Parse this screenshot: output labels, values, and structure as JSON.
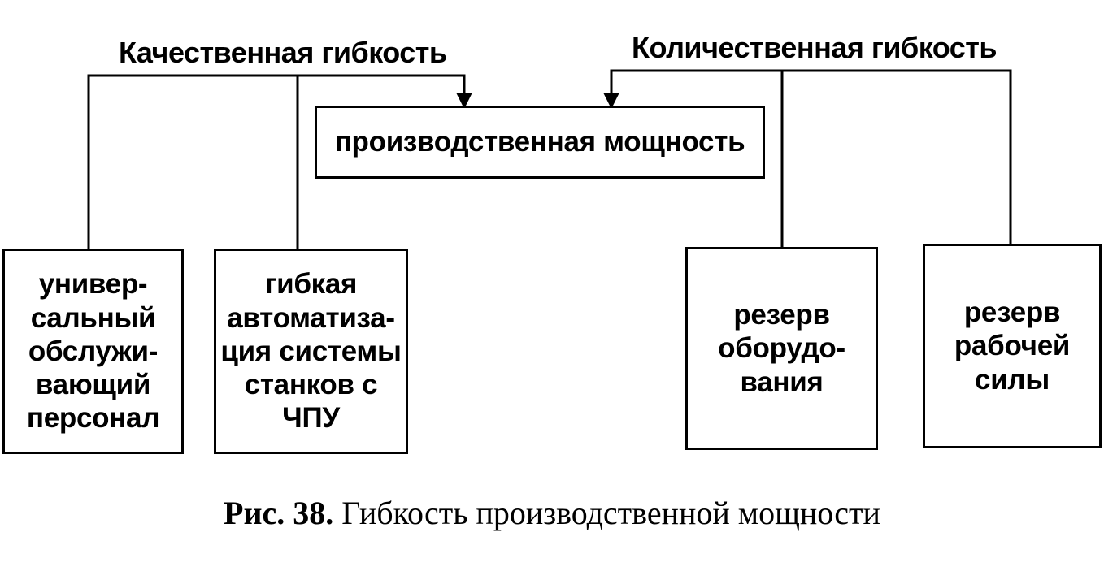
{
  "diagram": {
    "left_heading": "Качественная гибкость",
    "right_heading": "Количественная гибкость",
    "center_box": "производственная мощность",
    "boxes": [
      {
        "lines": [
          "универ-",
          "сальный",
          "обслужи-",
          "вающий",
          "персонал"
        ]
      },
      {
        "lines": [
          "гибкая",
          "автоматиза-",
          "ция системы",
          "станков с",
          "ЧПУ"
        ]
      },
      {
        "lines": [
          "резерв",
          "оборудо-",
          "вания"
        ]
      },
      {
        "lines": [
          "резерв",
          "рабочей",
          "силы"
        ]
      }
    ]
  },
  "caption": {
    "figure_number": "Рис. 38.",
    "text": "Гибкость производственной мощности"
  }
}
